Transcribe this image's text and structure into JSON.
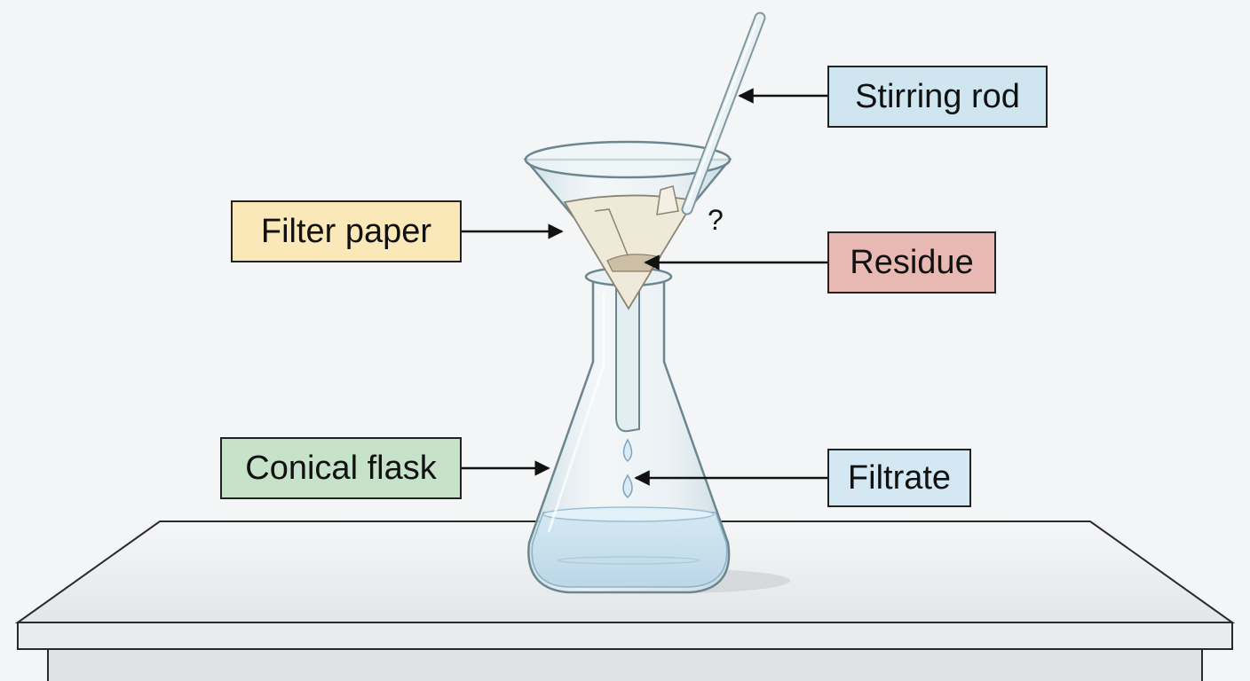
{
  "labels": {
    "stirring_rod": "Stirring rod",
    "filter_paper": "Filter paper",
    "residue": "Residue",
    "conical_flask": "Conical flask",
    "filtrate": "Filtrate",
    "question_mark": "?"
  },
  "colors": {
    "stirring_rod_box": "#cfe6f1",
    "filter_paper_box": "#fbe8b8",
    "residue_box": "#e8b8b2",
    "conical_flask_box": "#c6e2c8",
    "filtrate_box": "#d3e8f3",
    "glass": "#dbe9ee",
    "liquid": "#c6dfee",
    "paper": "#efe8d8",
    "bench_top": "#eef0f2"
  }
}
